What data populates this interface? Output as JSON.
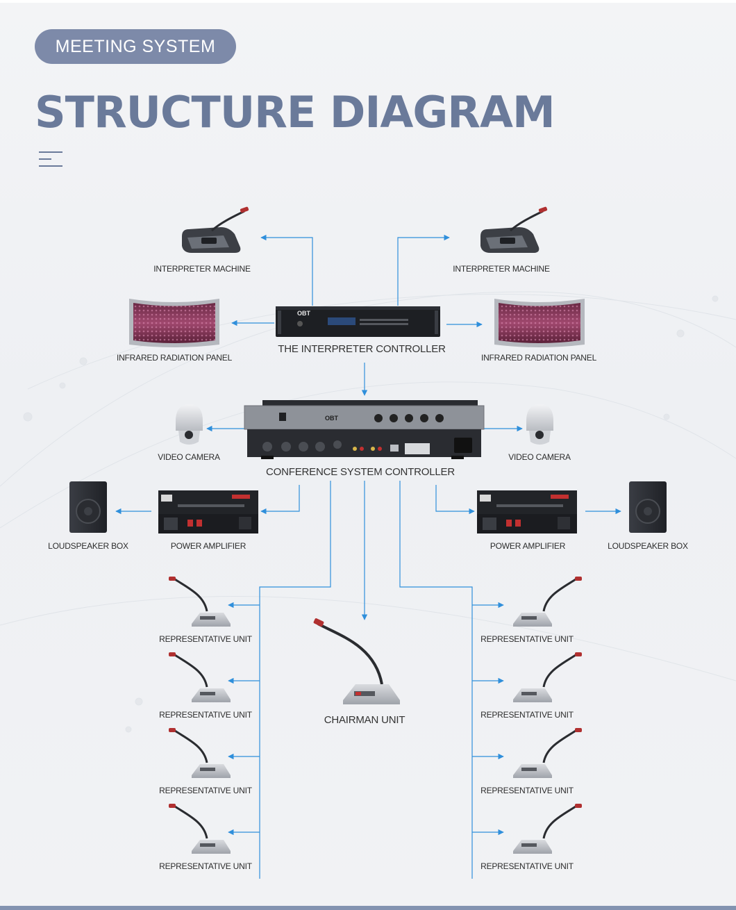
{
  "header": {
    "tag": "MEETING SYSTEM",
    "title": "STRUCTURE DIAGRAM"
  },
  "labels": {
    "interpreter_machine_left": "INTERPRETER MACHINE",
    "interpreter_machine_right": "INTERPRETER MACHINE",
    "infrared_panel_left": "INFRARED RADIATION PANEL",
    "infrared_panel_right": "INFRARED RADIATION PANEL",
    "interpreter_controller": "THE INTERPRETER CONTROLLER",
    "video_camera_left": "VIDEO CAMERA",
    "video_camera_right": "VIDEO CAMERA",
    "conference_controller": "CONFERENCE SYSTEM CONTROLLER",
    "loudspeaker_left": "LOUDSPEAKER BOX",
    "loudspeaker_right": "LOUDSPEAKER BOX",
    "amplifier_left": "POWER AMPLIFIER",
    "amplifier_right": "POWER AMPLIFIER",
    "chairman_unit": "CHAIRMAN UNIT",
    "rep_left": [
      "REPRESENTATIVE UNIT",
      "REPRESENTATIVE UNIT",
      "REPRESENTATIVE UNIT",
      "REPRESENTATIVE UNIT"
    ],
    "rep_right": [
      "REPRESENTATIVE UNIT",
      "REPRESENTATIVE UNIT",
      "REPRESENTATIVE UNIT",
      "REPRESENTATIVE UNIT"
    ]
  },
  "device_text": {
    "brand": "OBT"
  },
  "colors": {
    "accent": "#7d8aa9",
    "title": "#6a7a9a",
    "connector": "#2f8fdb"
  }
}
